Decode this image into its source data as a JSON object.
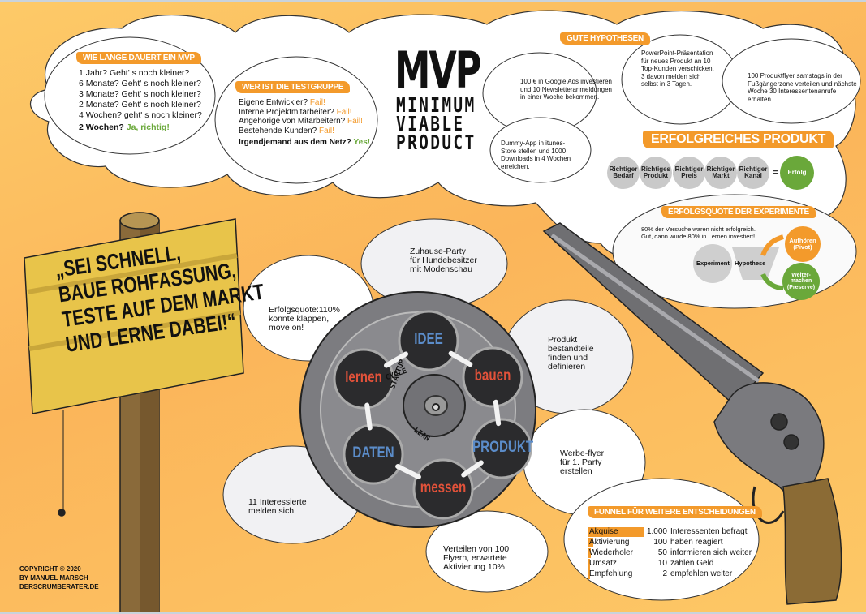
{
  "colors": {
    "background": "#fdc866",
    "accent_orange": "#f39a2b",
    "success_green": "#6aa83a",
    "blue_label": "#5b8cc9",
    "red_label": "#e2523a",
    "cloud_white": "#ffffff"
  },
  "title": {
    "main": "MVP",
    "line1": "MINIMUM",
    "line2": "VIABLE",
    "line3": "PRODUCT"
  },
  "duration": {
    "heading": "WIE LANGE DAUERT EIN MVP",
    "lines": [
      "1 Jahr? Geht' s noch kleiner?",
      "6 Monate? Geht' s noch kleiner?",
      "3 Monate? Geht' s noch kleiner?",
      "2 Monate? Geht' s noch kleiner?",
      "4 Wochen? geht' s noch kleiner?"
    ],
    "answer_question": "2 Wochen?",
    "answer_text": "Ja, richtig!"
  },
  "testgroup": {
    "heading": "WER IST DIE TESTGRUPPE",
    "items": [
      {
        "question": "Eigene Entwickler?",
        "verdict": "Fail!"
      },
      {
        "question": "Interne Projektmitarbeiter?",
        "verdict": "Fail!"
      },
      {
        "question": "Angehörige von Mitarbeitern?",
        "verdict": "Fail!"
      },
      {
        "question": "Bestehende Kunden?",
        "verdict": "Fail!"
      }
    ],
    "final_question": "Irgendjemand aus dem Netz?",
    "final_verdict": "Yes!"
  },
  "hypotheses": {
    "heading": "GUTE HYPOTHESEN",
    "items": [
      "100 € in Google Ads investieren und 10 Newsletteranmeldungen in einer Woche bekommen.",
      "PowerPoint-Präsentation für neues Produkt an 10 Top-Kunden verschicken, 3 davon melden sich selbst in 3 Tagen.",
      "100 Produktflyer samstags in der Fußgängerzone verteilen und nächste Woche 30 Interessentenanrufe erhalten.",
      "Dummy-App in itunes-Store stellen und 1000 Downloads in 4 Wochen erreichen."
    ]
  },
  "success_product": {
    "heading": "ERFOLGREICHES PRODUKT",
    "factors": [
      {
        "line1": "Richtiger",
        "line2": "Bedarf"
      },
      {
        "line1": "Richtiges",
        "line2": "Produkt"
      },
      {
        "line1": "Richtiger",
        "line2": "Preis"
      },
      {
        "line1": "Richtiger",
        "line2": "Markt"
      },
      {
        "line1": "Richtiger",
        "line2": "Kanal"
      }
    ],
    "multiply": "x",
    "equals": "=",
    "result": "Erfolg"
  },
  "experiments": {
    "heading": "ERFOLGSQUOTE DER EXPERIMENTE",
    "line1": "80% der Versuche waren nicht erfolgreich.",
    "line2": "Gut, dann wurde 80% in Lernen investiert!",
    "experiment": "Experiment",
    "hypothesis": "Hypothese",
    "pivot_line1": "Aufhören",
    "pivot_line2": "(Pivot)",
    "preserve_line1": "Weiter-",
    "preserve_line2": "machen",
    "preserve_line3": "(Preserve)"
  },
  "sign": {
    "lines": [
      "„SEI SCHNELL,",
      "BAUE ROHFASSUNG,",
      "TESTE AUF DEM MARKT",
      "UND LERNE DABEI!“"
    ]
  },
  "cycle": {
    "center_label_1": "LEAN",
    "center_label_2": "STARTUP",
    "center_label_3": "CYCLE",
    "chambers": [
      {
        "label": "IDEE",
        "color": "blue"
      },
      {
        "label": "bauen",
        "color": "red"
      },
      {
        "label": "PRODUKT",
        "color": "blue"
      },
      {
        "label": "messen",
        "color": "red"
      },
      {
        "label": "DATEN",
        "color": "blue"
      },
      {
        "label": "lernen",
        "color": "red"
      }
    ]
  },
  "annotations": {
    "party": [
      "Zuhause-Party",
      "für Hundebesitzer",
      "mit Modenschau"
    ],
    "success_rate": [
      "Erfolgsquote:110%",
      "könnte klappen,",
      "move on!"
    ],
    "product_parts": [
      "Produkt",
      "bestandteile",
      "finden und",
      "definieren"
    ],
    "flyer": [
      "Werbe-flyer",
      "für 1. Party",
      "erstellen"
    ],
    "interested": [
      "11 Interessierte",
      "melden sich"
    ],
    "distribute": [
      "Verteilen von 100",
      "Flyern, erwartete",
      "Aktivierung 10%"
    ]
  },
  "funnel": {
    "heading": "FUNNEL FÜR WEITERE ENTSCHEIDUNGEN",
    "rows": [
      {
        "stage": "Akquise",
        "count": "1.000",
        "desc": "Interessenten befragt",
        "share": 1.0
      },
      {
        "stage": "Aktivierung",
        "count": "100",
        "desc": "haben reagiert",
        "share": 0.1
      },
      {
        "stage": "Wiederholer",
        "count": "50",
        "desc": "informieren sich weiter",
        "share": 0.05
      },
      {
        "stage": "Umsatz",
        "count": "10",
        "desc": "zahlen Geld",
        "share": 0.02
      },
      {
        "stage": "Empfehlung",
        "count": "2",
        "desc": "empfehlen weiter",
        "share": 0.02
      }
    ]
  },
  "copyright": {
    "line1": "COPYRIGHT © 2020",
    "line2": "BY MANUEL MARSCH",
    "line3": "DERSCRUMBERATER.DE"
  }
}
